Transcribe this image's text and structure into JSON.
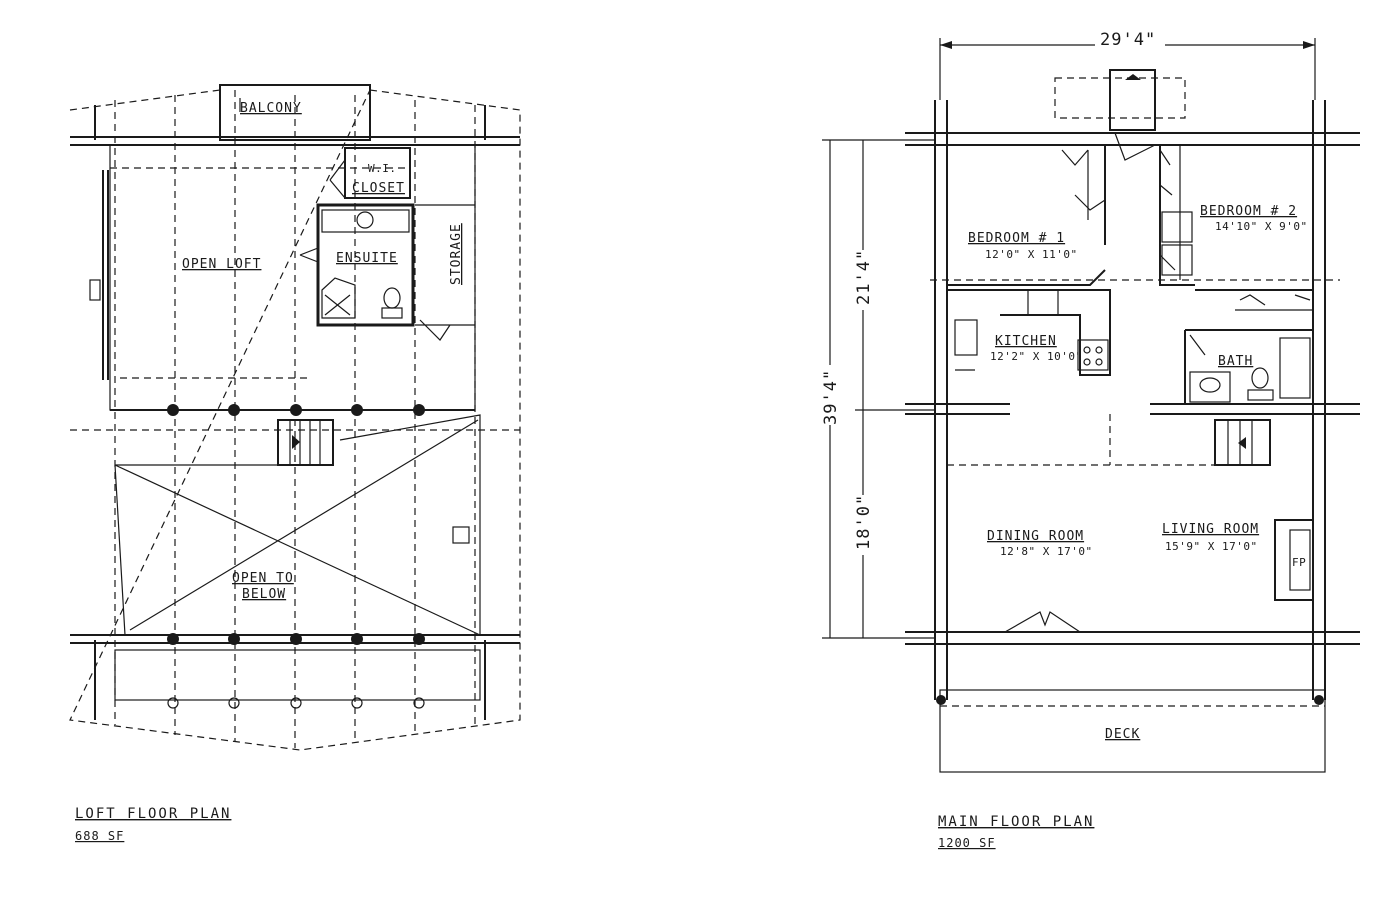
{
  "loft": {
    "rooms": {
      "balcony": "BALCONY",
      "closet_top": "W.I.",
      "closet": "CLOSET",
      "enssuite": "ENSUITE",
      "open_loft": "OPEN LOFT",
      "storage": "STORAGE",
      "open_to_line1": "OPEN TO",
      "open_to_line2": "BELOW"
    },
    "title": "LOFT FLOOR PLAN",
    "area": "688 SF"
  },
  "main": {
    "overall_width": "29'4\"",
    "overall_depth": "39'4\"",
    "upper_depth": "21'4\"",
    "lower_depth": "18'0\"",
    "rooms": {
      "bedroom1": "BEDROOM # 1",
      "bedroom1_size": "12'0\" X 11'0\"",
      "bedroom2": "BEDROOM # 2",
      "bedroom2_size": "14'10\" X 9'0\"",
      "kitchen": "KITCHEN",
      "kitchen_size": "12'2\" X 10'0\"",
      "bath": "BATH",
      "dining": "DINING ROOM",
      "dining_size": "12'8\" X 17'0\"",
      "living": "LIVING ROOM",
      "living_size": "15'9\" X 17'0\"",
      "fireplace": "FP",
      "deck": "DECK"
    },
    "title": "MAIN FLOOR PLAN",
    "area": "1200 SF"
  }
}
